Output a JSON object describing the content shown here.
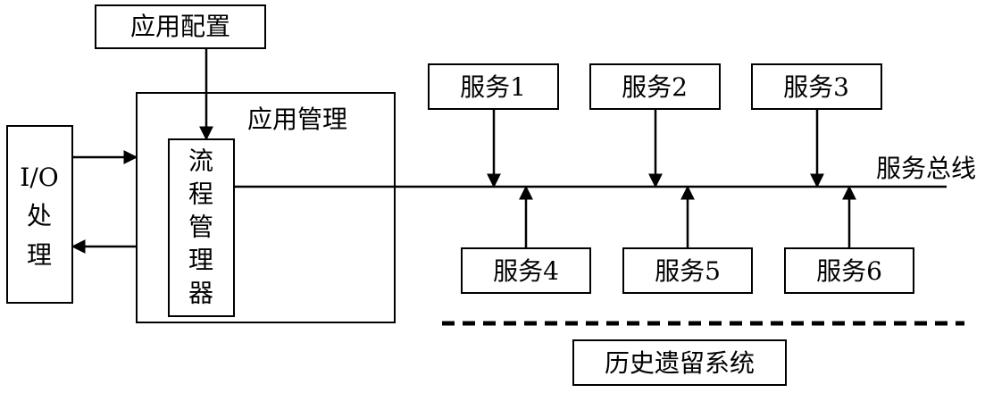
{
  "app_config": {
    "label": "应用配置"
  },
  "app_management": {
    "label": "应用管理"
  },
  "process_manager": {
    "chars": [
      "流",
      "程",
      "管",
      "理",
      "器"
    ]
  },
  "io_processing": {
    "lines": [
      "I/O",
      "处",
      "理"
    ]
  },
  "service_bus": {
    "label": "服务总线"
  },
  "services_top": [
    {
      "label": "服务1"
    },
    {
      "label": "服务2"
    },
    {
      "label": "服务3"
    }
  ],
  "services_bottom": [
    {
      "label": "服务4"
    },
    {
      "label": "服务5"
    },
    {
      "label": "服务6"
    }
  ],
  "legacy_system": {
    "label": "历史遗留系统"
  }
}
